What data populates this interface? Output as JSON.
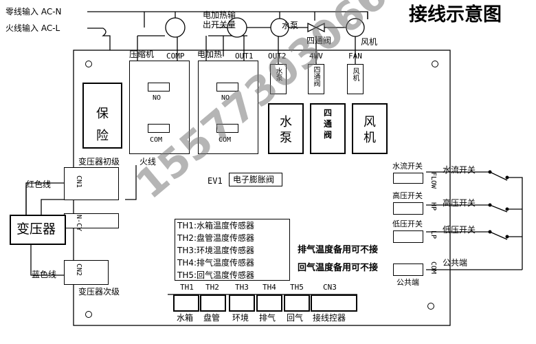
{
  "title": "接线示意图",
  "watermark": "15577303066",
  "power": {
    "neutral": "零线输入 AC-N",
    "live": "火线输入 AC-L",
    "heater_output": "电加热输\n出开关量",
    "live_wire": "火线"
  },
  "loads": {
    "compressor": "压缩机",
    "water_pump": "水泵",
    "four_way_valve": "四通阀",
    "fan": "风机"
  },
  "relays": {
    "comp_label": "压缩机",
    "comp_code": "COMP",
    "heat_label": "电加热",
    "heat_code": "OUT1",
    "no": "NO",
    "com": "COM"
  },
  "outputs": {
    "out2": "OUT2",
    "wv4": "4WV",
    "fan": "FAN",
    "pump_conn": "水泵",
    "valve_conn": "四通阀",
    "fan_conn": "风机"
  },
  "modules": {
    "pump": "水泵",
    "valve": "四通阀",
    "fan": "风机"
  },
  "fuse": "保险",
  "transformer": {
    "name": "变压器",
    "primary": "变压器初级",
    "secondary": "变压器次级",
    "red": "红色线",
    "blue": "蓝色线",
    "cn1": "CN1",
    "cn2": "CN2",
    "ncy": "N-CY"
  },
  "ev1": {
    "code": "EV1",
    "label": "电子膨胀阀"
  },
  "sensors": [
    "TH1:水箱温度传感器",
    "TH2:盘管温度传感器",
    "TH3:环境温度传感器",
    "TH4:排气温度传感器",
    "TH5:回气温度传感器"
  ],
  "notes": {
    "exhaust": "排气温度备用可不接",
    "return": "回气温度备用可不接"
  },
  "terminals": {
    "codes": [
      "TH1",
      "TH2",
      "TH3",
      "TH4",
      "TH5",
      "CN3"
    ],
    "labels": [
      "水箱",
      "盘管",
      "环境",
      "排气",
      "回气",
      "接线控器"
    ]
  },
  "switches": {
    "flow_label": "水流开关",
    "flow_code": "FLOW",
    "hp_label": "高压开关",
    "hp_code": "HP",
    "lp_label": "低压开关",
    "lp_code": "LP",
    "com_label": "公共端",
    "com_code": "COM",
    "ext_flow": "水流开关",
    "ext_hp": "高压开关",
    "ext_lp": "低压开关",
    "ext_com": "公共端"
  }
}
